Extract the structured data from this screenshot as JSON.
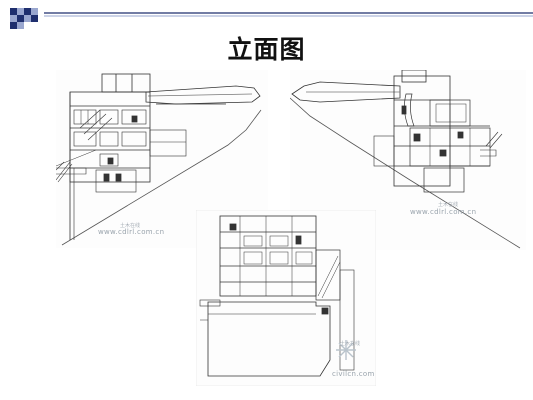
{
  "slide": {
    "title": "立面图"
  },
  "drawings": [
    {
      "name": "left-elevation",
      "watermark": "www.cdlrl.com.cn",
      "watermark_sub": "土木在线"
    },
    {
      "name": "right-elevation",
      "watermark": "www.cdlrl.com.cn",
      "watermark_sub": "土木在线"
    },
    {
      "name": "bottom-elevation",
      "watermark": "civilcn.com",
      "watermark_sub": "土木在线"
    }
  ],
  "colors": {
    "squares_dark": "#1f2f6e",
    "squares_light": "#9aa7cf",
    "rule": "#1f2f6e",
    "ink": "#333333"
  }
}
